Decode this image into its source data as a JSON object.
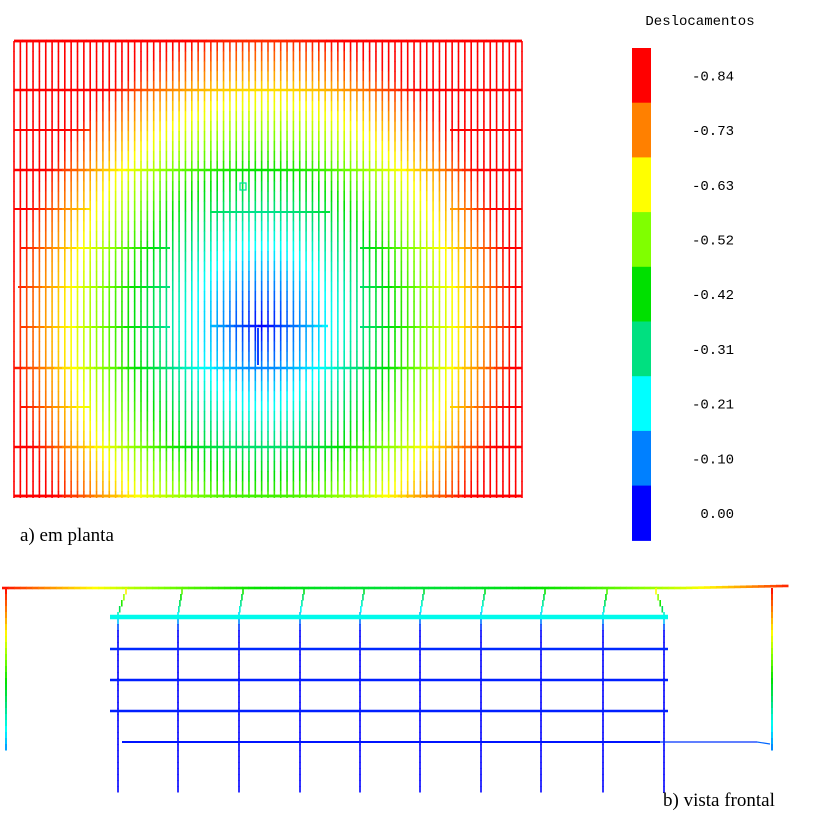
{
  "legend": {
    "title": "Deslocamentos",
    "entries": [
      {
        "label": "-0.84",
        "color": "#ff0000"
      },
      {
        "label": "-0.73",
        "color": "#ff8000"
      },
      {
        "label": "-0.63",
        "color": "#ffff00"
      },
      {
        "label": "-0.52",
        "color": "#80ff00"
      },
      {
        "label": "-0.42",
        "color": "#00e000"
      },
      {
        "label": "-0.31",
        "color": "#00e080"
      },
      {
        "label": "-0.21",
        "color": "#00ffff"
      },
      {
        "label": "-0.10",
        "color": "#0080ff"
      },
      {
        "label": "0.00",
        "color": "#0000ff"
      }
    ]
  },
  "captions": {
    "plan": "a) em planta",
    "front": "b) vista frontal"
  }
}
